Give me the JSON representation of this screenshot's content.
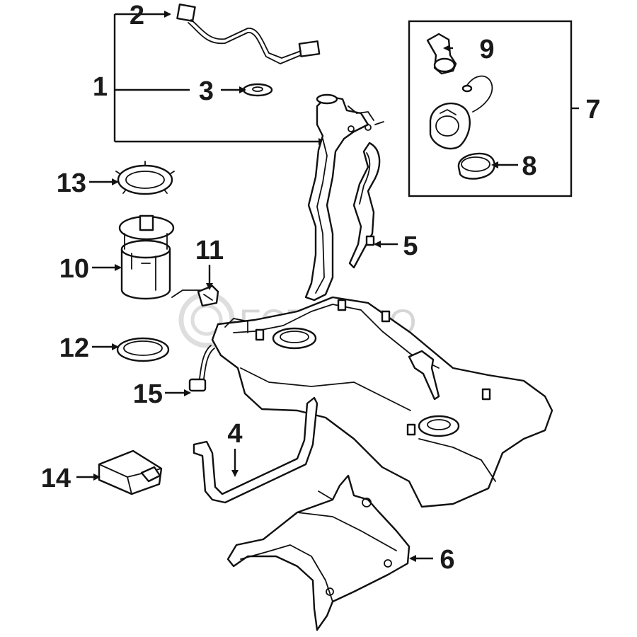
{
  "callouts": {
    "c1": "1",
    "c2": "2",
    "c3": "3",
    "c4": "4",
    "c5": "5",
    "c6": "6",
    "c7": "7",
    "c8": "8",
    "c9": "9",
    "c10": "10",
    "c11": "11",
    "c12": "12",
    "c13": "13",
    "c14": "14",
    "c15": "15"
  },
  "watermark": "FCP EURO",
  "colors": {
    "line": "#111111",
    "background": "#ffffff",
    "watermark": "#d6d6d6"
  }
}
